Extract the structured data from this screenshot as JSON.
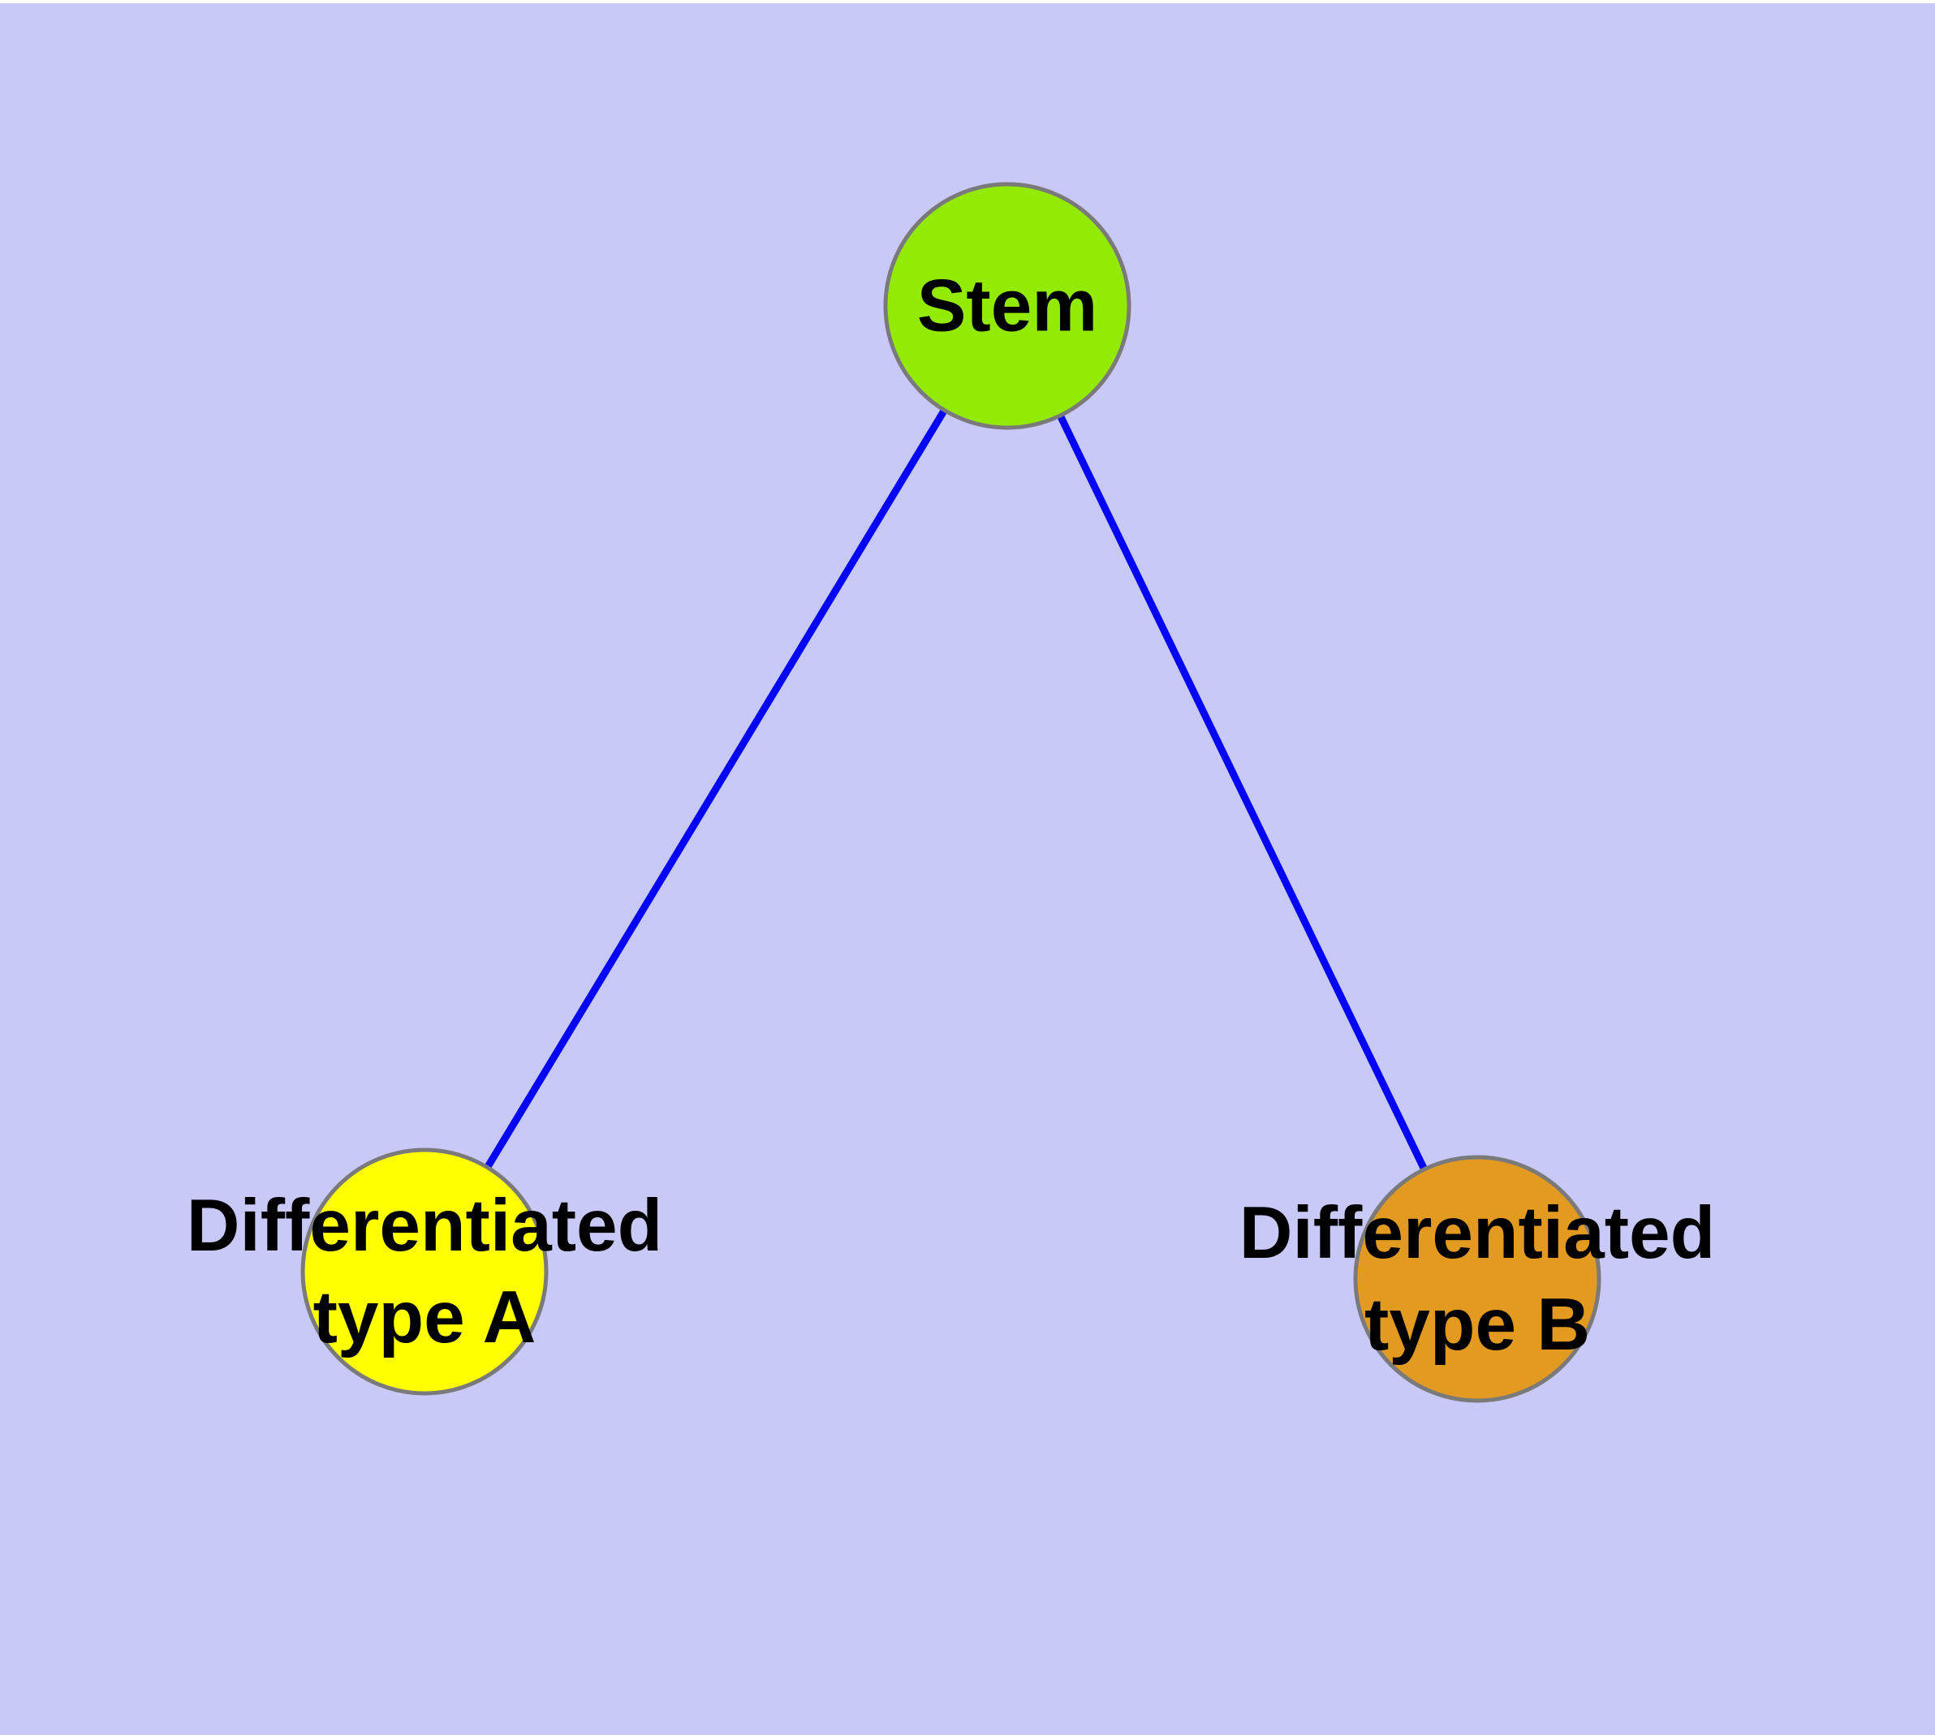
{
  "diagram": {
    "description": "Cell differentiation graph: a stem cell node connected to two differentiated cell type nodes",
    "background_color": "#c9c9f8",
    "top_strip_color": "#ffffff",
    "edge_color": "#0404f7",
    "node_border_color": "#7a7a7a",
    "label_color": "#000000",
    "nodes": [
      {
        "id": "stem",
        "label_lines": [
          "Stem"
        ],
        "fill": "#93eb03"
      },
      {
        "id": "differentiated-type-a",
        "label_lines": [
          "Differentiated",
          "type A"
        ],
        "fill": "#ffff00"
      },
      {
        "id": "differentiated-type-b",
        "label_lines": [
          "Differentiated",
          "type B"
        ],
        "fill": "#e29b20"
      }
    ],
    "edges": [
      {
        "from": "stem",
        "to": "differentiated-type-a"
      },
      {
        "from": "stem",
        "to": "differentiated-type-b"
      }
    ]
  }
}
